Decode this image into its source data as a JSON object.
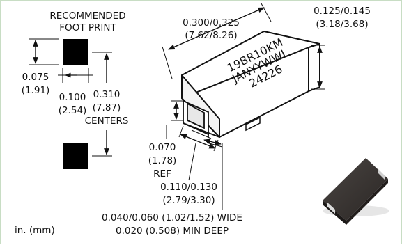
{
  "footprint": {
    "title_line1": "RECOMMENDED",
    "title_line2": "FOOT PRINT",
    "pad_size_in": "0.075",
    "pad_size_mm": "(1.91)",
    "pad_gap_in": "0.100",
    "pad_gap_mm": "(2.54)",
    "centers_in": "0.310",
    "centers_mm": "(7.87)",
    "centers_label": "CENTERS"
  },
  "component": {
    "length_in": "0.300/0.325",
    "length_mm": "(7.62/8.26)",
    "height_in": "0.125/0.145",
    "height_mm": "(3.18/3.68)",
    "marking_line1": "19BR10KM",
    "marking_line2": "JANYYWWL",
    "marking_line3": "24226",
    "ref_in": "0.070",
    "ref_mm": "(1.78)",
    "ref_label": "REF",
    "width_in": "0.110/0.130",
    "width_mm": "(2.79/3.30)",
    "terminal_line1": "0.040/0.060 (1.02/1.52) WIDE",
    "terminal_line2": "0.020 (0.508) MIN DEEP"
  },
  "units_note": "in. (mm)"
}
